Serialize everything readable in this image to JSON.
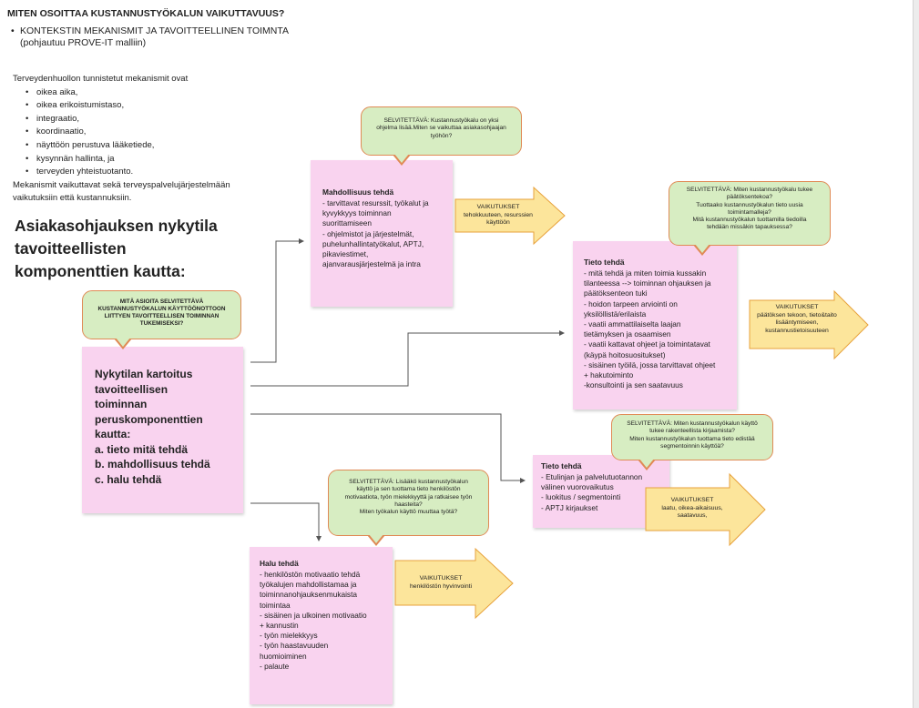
{
  "header": {
    "title": "MITEN OSOITTAA KUSTANNUSTYÖKALUN VAIKUTTAVUUS?",
    "sub_line1": "KONTEKSTIN MEKANISMIT JA TAVOITTEELLINEN TOIMNTA",
    "sub_line2": "(pohjautuu PROVE-IT malliin)"
  },
  "intro": {
    "lead": "Terveydenhuollon tunnistetut mekanismit ovat",
    "items": [
      "oikea aika,",
      "oikea erikoistumistaso,",
      "integraatio,",
      "koordinaatio,",
      "näyttöön perustuva lääketiede,",
      "kysynnän hallinta, ja",
      "terveyden yhteistuotanto."
    ],
    "tail1": "Mekanismit vaikuttavat sekä terveyspalvelujärjestelmään",
    "tail2": "vaikutuksiin että kustannuksiin."
  },
  "main_heading": [
    "Asiakasohjauksen nykytila",
    "tavoitteellisten",
    "komponenttien kautta:"
  ],
  "bubbles": {
    "main": [
      "MITÄ ASIOITA SELVITETTÄVÄ",
      "KUSTANNUSTYÖKALUN KÄYTTÖÖNOTTOON",
      "LIITTYEN TAVOITTEELLISEN TOIMINNAN",
      "TUKEMISEKSI?"
    ],
    "mahdollisuus": [
      "SELVITETTÄVÄ: Kustannustyökalu on yksi",
      "ohjelma lisää.Miten se vaikuttaa asiakasohjaajan",
      "työhön?"
    ],
    "tieto1": [
      "SELVITETTÄVÄ: Miten kustannustyökalu tukee",
      "päätöksentekoa?",
      "Tuottaako kustannustyökalun tieto uusia",
      "toimintamalleja?",
      "Mitä kustannustyökalun tuottamilla tiedoilla",
      "tehdään missäkin tapauksessa?"
    ],
    "tieto2": [
      "SELVITETTÄVÄ: Miten kustannustyökalun käyttö",
      "tukee rakenteellista kirjaamista?",
      "Miten kustannustyökalun tuottama tieto edistää",
      "segmentoinnin käyttöä?"
    ],
    "halu": [
      "SELVITETTÄVÄ: Lisääkö kustannustyökalun",
      "käyttö ja sen tuottama tieto henkilöstön",
      "motivaatiota, työn mielekkyyttä ja ratkaisee työn",
      "haasteita?",
      "Miten työkalun käyttö muuttaa työtä?"
    ]
  },
  "notes": {
    "main": {
      "lines": [
        "Nykytilan kartoitus",
        "tavoitteellisen",
        "toiminnan",
        "peruskomponenttien",
        "kautta:",
        "a. tieto mitä tehdä",
        "b. mahdollisuus tehdä",
        "c. halu tehdä"
      ]
    },
    "mahdollisuus": {
      "heading": "Mahdollisuus tehdä",
      "lines": [
        "- tarvittavat resurssit, työkalut ja",
        "kyvykkyys toiminnan",
        "suorittamiseen",
        "- ohjelmistot ja järjestelmät,",
        "puhelunhallintatyökalut, APTJ,",
        "pikaviestimet,",
        "ajanvarausjärjestelmä ja intra"
      ]
    },
    "tieto1": {
      "heading": "Tieto tehdä",
      "lines": [
        "- mitä tehdä ja miten toimia kussakin",
        "tilanteessa --> toiminnan ohjauksen ja",
        "päätöksenteon tuki",
        "- hoidon tarpeen arviointi on",
        "yksilöllistä/erilaista",
        "- vaatii ammattilaiselta laajan",
        "tietämyksen ja osaamisen",
        "- vaatii kattavat ohjeet ja toimintatavat",
        "(käypä hoitosuositukset)",
        "- sisäinen työilä, jossa tarvittavat ohjeet",
        "+ haku­toiminto",
        "-konsultointi ja sen saatavuus"
      ]
    },
    "tieto2": {
      "heading": "Tieto tehdä",
      "lines": [
        "- Etulinjan ja palvelutuotannon",
        "välinen vuorovaikutus",
        "- luokitus / segmentointi",
        "- APTJ kirjaukset"
      ]
    },
    "halu": {
      "heading": "Halu tehdä",
      "lines": [
        "- henkilöstön motivaatio tehdä",
        "työkalujen mahdollistamaa ja",
        "toiminnanohjauksenmukaista",
        "toimintaa",
        "- sisäinen ja ulkoinen motivaatio",
        "+ kannustin",
        "- työn mielekkyys",
        "- työn haastavuuden",
        "huomioiminen",
        "- palaute"
      ]
    }
  },
  "effects": {
    "mahdollisuus": [
      "VAIKUTUKSET",
      "tehokkuuteen, resurssien",
      "käyttöön"
    ],
    "tieto1": [
      "VAIKUTUKSET",
      "päätöksen tekoon,  tieto&taito",
      "lisääntymiseen,",
      "kustannustietoisuuteen"
    ],
    "tieto2": [
      "VAIKUTUKSET",
      "laatu, oikea-aikaisuus,",
      "saatavuus,"
    ],
    "halu": [
      "VAIKUTUKSET",
      "henkilöstön hyvinvointi"
    ]
  },
  "colors": {
    "sticky": "#f9d3ef",
    "bubble": "#d7edc2",
    "bubble_border": "#e08a55",
    "arrow": "#fce59b",
    "arrow_border": "#e7a13b",
    "connector": "#555555"
  }
}
